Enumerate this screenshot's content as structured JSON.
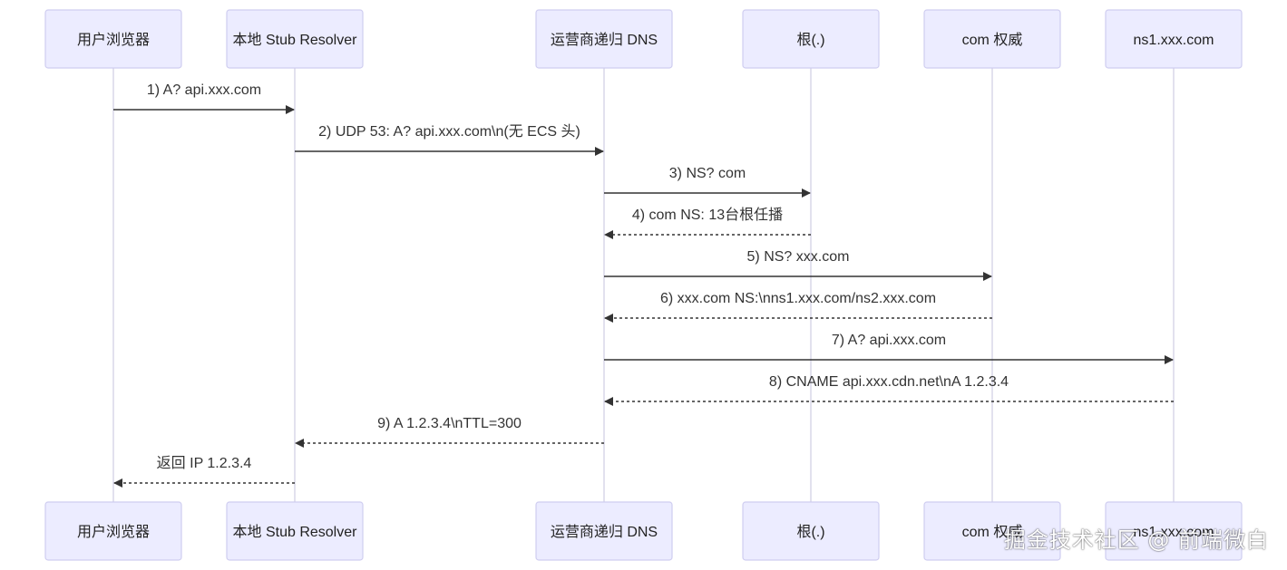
{
  "participants": [
    {
      "id": "browser",
      "label": "用户浏览器"
    },
    {
      "id": "stub",
      "label": "本地 Stub Resolver"
    },
    {
      "id": "isp",
      "label": "运营商递归 DNS"
    },
    {
      "id": "root",
      "label": "根(.)"
    },
    {
      "id": "com",
      "label": "com 权威"
    },
    {
      "id": "ns1",
      "label": "ns1.xxx.com"
    }
  ],
  "messages": [
    {
      "from": "browser",
      "to": "stub",
      "label": "1) A? api.xxx.com",
      "style": "solid"
    },
    {
      "from": "stub",
      "to": "isp",
      "label": "2) UDP 53: A? api.xxx.com\\n(无 ECS 头)",
      "style": "solid"
    },
    {
      "from": "isp",
      "to": "root",
      "label": "3) NS? com",
      "style": "solid"
    },
    {
      "from": "root",
      "to": "isp",
      "label": "4) com NS: 13台根任播",
      "style": "dashed"
    },
    {
      "from": "isp",
      "to": "com",
      "label": "5) NS? xxx.com",
      "style": "solid"
    },
    {
      "from": "com",
      "to": "isp",
      "label": "6) xxx.com NS:\\nns1.xxx.com/ns2.xxx.com",
      "style": "dashed"
    },
    {
      "from": "isp",
      "to": "ns1",
      "label": "7) A? api.xxx.com",
      "style": "solid"
    },
    {
      "from": "ns1",
      "to": "isp",
      "label": "8) CNAME api.xxx.cdn.net\\nA 1.2.3.4",
      "style": "dashed"
    },
    {
      "from": "isp",
      "to": "stub",
      "label": "9) A 1.2.3.4\\nTTL=300",
      "style": "dashed"
    },
    {
      "from": "stub",
      "to": "browser",
      "label": "返回 IP 1.2.3.4",
      "style": "dashed"
    }
  ],
  "watermark": "掘金技术社区 @ 前端微白"
}
